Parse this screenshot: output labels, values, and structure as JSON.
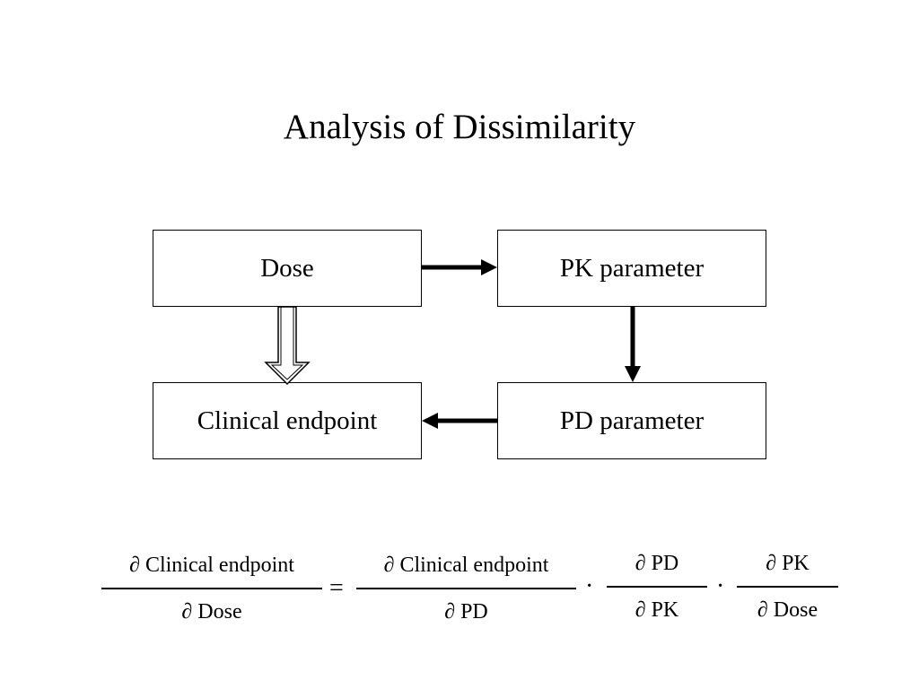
{
  "title": "Analysis of Dissimilarity",
  "boxes": {
    "dose": "Dose",
    "pk": "PK parameter",
    "clinical": "Clinical endpoint",
    "pd": "PD parameter"
  },
  "equation": {
    "lhs": {
      "numerator": "∂ Clinical endpoint",
      "denominator": "∂ Dose"
    },
    "equals": "=",
    "rhs": [
      {
        "numerator": "∂ Clinical endpoint",
        "denominator": "∂ PD"
      },
      {
        "numerator": "∂ PD",
        "denominator": "∂ PK"
      },
      {
        "numerator": "∂ PK",
        "denominator": "∂ Dose"
      }
    ],
    "dot": "·"
  }
}
